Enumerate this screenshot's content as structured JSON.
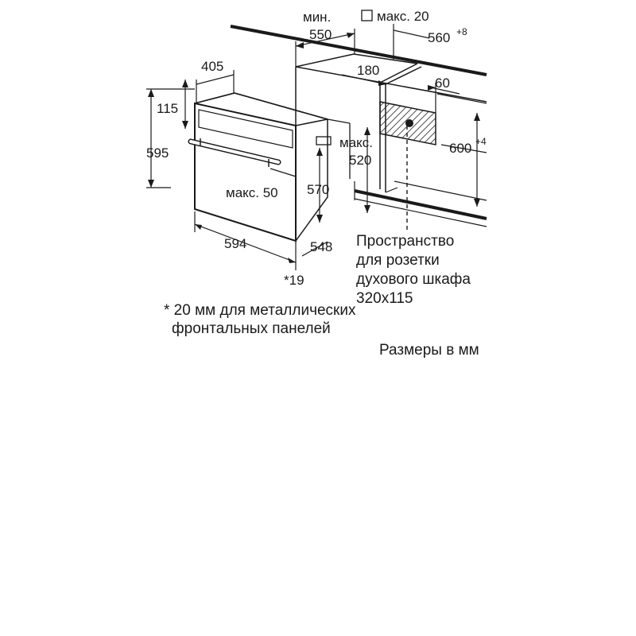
{
  "dims": {
    "min_label": "мин.",
    "min_value": "550",
    "max20": "макс. 20",
    "d560": "560",
    "d560_sup": "+8",
    "d405": "405",
    "d180": "180",
    "d60": "60",
    "d115": "115",
    "d595": "595",
    "max_label": "макс.",
    "d520": "520",
    "d600": "600",
    "d600_sup": "+4",
    "max50": "макс. 50",
    "d570": "570",
    "d594": "594",
    "d548": "548",
    "d19": "*19"
  },
  "notes": {
    "socket_l1": "Пространство",
    "socket_l2": "для розетки",
    "socket_l3": "духового шкафа",
    "socket_l4": "320x115",
    "footnote_l1": "* 20 мм для металлических",
    "footnote_l2": "фронтальных панелей",
    "units": "Размеры в мм"
  }
}
